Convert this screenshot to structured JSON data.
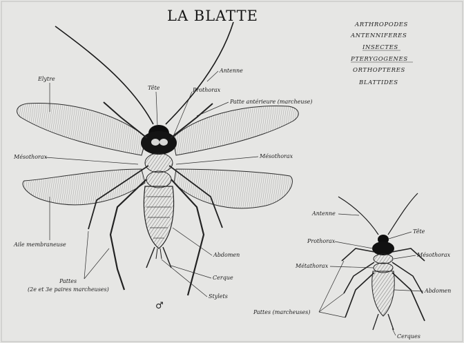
{
  "title": "LA BLATTE",
  "classification": [
    "ARTHROPODES",
    "ANTENNIFERES",
    "INSECTES",
    "PTERYGOGENES",
    "ORTHOPTERES",
    "BLATTIDES"
  ],
  "winged_labels": {
    "elytre": "Elytre",
    "tete": "Tête",
    "antenne": "Antenne",
    "prothorax": "Prothorax",
    "patte_ant": "Patte antérieure (marcheuse)",
    "mesothorax_l": "Mésothorax",
    "mesothorax_r": "Mésothorax",
    "aile": "Aile membraneuse",
    "pattes_1": "Pattes",
    "pattes_2": "(2e et 3e paires marcheuses)",
    "abdomen": "Abdomen",
    "cerque": "Cerque",
    "stylets": "Stylets",
    "sex_symbol": "♂"
  },
  "small_labels": {
    "antenne": "Antenne",
    "tete": "Tête",
    "prothorax": "Prothorax",
    "mesothorax": "Mésothorax",
    "metathorax": "Métathorax",
    "abdomen": "Abdomen",
    "pattes": "Pattes (marcheuses)",
    "cerques": "Cerques"
  },
  "colors": {
    "paper": "#e6e6e4",
    "ink": "#1a1a1a",
    "wing": "#cfcfcc"
  }
}
